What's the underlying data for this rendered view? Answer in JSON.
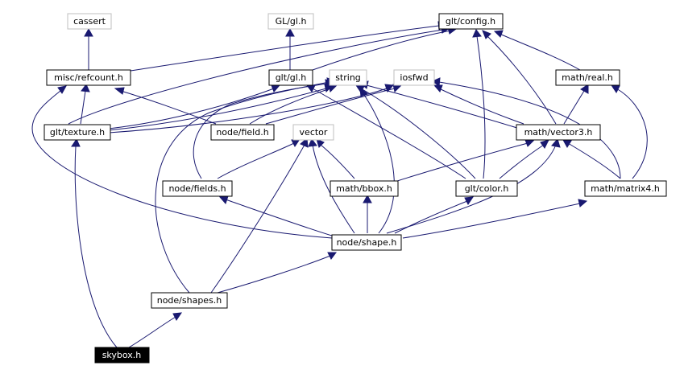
{
  "colors": {
    "edge": "#191970",
    "node_border": "#000000",
    "external_border": "#bfbfbf",
    "focus_fill": "#000000",
    "focus_text": "#ffffff"
  },
  "nodes": {
    "cassert": "cassert",
    "gl_gl_h": "GL/gl.h",
    "glt_config_h": "glt/config.h",
    "misc_refcount_h": "misc/refcount.h",
    "glt_gl_h": "glt/gl.h",
    "string": "string",
    "iosfwd": "iosfwd",
    "math_real_h": "math/real.h",
    "glt_texture_h": "glt/texture.h",
    "node_field_h": "node/field.h",
    "vector": "vector",
    "math_vector3_h": "math/vector3.h",
    "node_fields_h": "node/fields.h",
    "math_bbox_h": "math/bbox.h",
    "glt_color_h": "glt/color.h",
    "math_matrix4_h": "math/matrix4.h",
    "node_shape_h": "node/shape.h",
    "node_shapes_h": "node/shapes.h",
    "skybox_h": "skybox.h"
  },
  "edges": [
    {
      "from": "misc_refcount_h",
      "to": "cassert"
    },
    {
      "from": "misc_refcount_h",
      "to": "glt_config_h"
    },
    {
      "from": "glt_gl_h",
      "to": "gl_gl_h"
    },
    {
      "from": "glt_gl_h",
      "to": "glt_config_h"
    },
    {
      "from": "math_real_h",
      "to": "glt_config_h"
    },
    {
      "from": "glt_texture_h",
      "to": "misc_refcount_h"
    },
    {
      "from": "glt_texture_h",
      "to": "glt_config_h"
    },
    {
      "from": "glt_texture_h",
      "to": "glt_gl_h"
    },
    {
      "from": "glt_texture_h",
      "to": "string"
    },
    {
      "from": "glt_texture_h",
      "to": "iosfwd"
    },
    {
      "from": "node_field_h",
      "to": "misc_refcount_h"
    },
    {
      "from": "node_field_h",
      "to": "string"
    },
    {
      "from": "node_field_h",
      "to": "iosfwd"
    },
    {
      "from": "math_vector3_h",
      "to": "glt_config_h"
    },
    {
      "from": "math_vector3_h",
      "to": "math_real_h"
    },
    {
      "from": "math_vector3_h",
      "to": "string"
    },
    {
      "from": "math_vector3_h",
      "to": "iosfwd"
    },
    {
      "from": "node_fields_h",
      "to": "string"
    },
    {
      "from": "node_fields_h",
      "to": "vector"
    },
    {
      "from": "math_bbox_h",
      "to": "vector"
    },
    {
      "from": "math_bbox_h",
      "to": "math_vector3_h"
    },
    {
      "from": "glt_color_h",
      "to": "glt_config_h"
    },
    {
      "from": "glt_color_h",
      "to": "glt_gl_h"
    },
    {
      "from": "glt_color_h",
      "to": "string"
    },
    {
      "from": "glt_color_h",
      "to": "math_vector3_h"
    },
    {
      "from": "math_matrix4_h",
      "to": "math_real_h"
    },
    {
      "from": "math_matrix4_h",
      "to": "iosfwd"
    },
    {
      "from": "math_matrix4_h",
      "to": "math_vector3_h"
    },
    {
      "from": "node_shape_h",
      "to": "misc_refcount_h"
    },
    {
      "from": "node_shape_h",
      "to": "node_fields_h"
    },
    {
      "from": "node_shape_h",
      "to": "vector"
    },
    {
      "from": "node_shape_h",
      "to": "math_bbox_h"
    },
    {
      "from": "node_shape_h",
      "to": "glt_color_h"
    },
    {
      "from": "node_shape_h",
      "to": "math_matrix4_h"
    },
    {
      "from": "node_shape_h",
      "to": "math_vector3_h"
    },
    {
      "from": "node_shape_h",
      "to": "string"
    },
    {
      "from": "node_shapes_h",
      "to": "node_shape_h"
    },
    {
      "from": "node_shapes_h",
      "to": "vector"
    },
    {
      "from": "node_shapes_h",
      "to": "string"
    },
    {
      "from": "skybox_h",
      "to": "node_shapes_h"
    },
    {
      "from": "skybox_h",
      "to": "glt_texture_h"
    }
  ]
}
